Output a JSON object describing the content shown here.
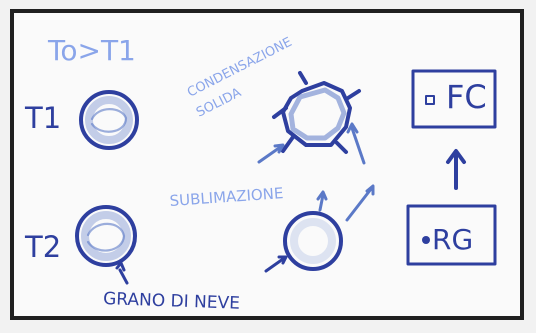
{
  "labels": {
    "header": "To>T1",
    "t1": "T1",
    "t2": "T2",
    "condensation": "CONDENSAZIONE\nSOLIDA",
    "sublimation": "SUBLIMAZIONE",
    "grain_growth": "GRANO DI NEVE"
  },
  "boxes": {
    "top": "FC",
    "bottom": "RG"
  },
  "colors": {
    "ink": "#2e3f9f",
    "light_ink": "#8aa5ea",
    "frame": "#202020",
    "paper": "#fafafa"
  }
}
